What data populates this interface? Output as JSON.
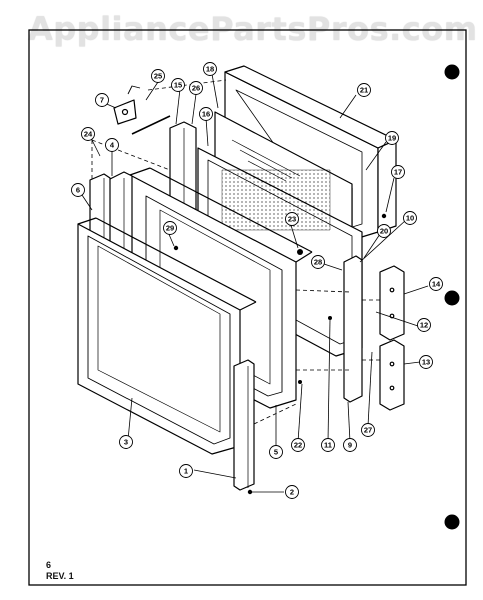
{
  "watermark": "AppliancePartsPros.com",
  "footer": {
    "page": "6",
    "revision": "REV. 1"
  },
  "callouts": [
    {
      "label": "21"
    },
    {
      "label": "18"
    },
    {
      "label": "25"
    },
    {
      "label": "15"
    },
    {
      "label": "26"
    },
    {
      "label": "7"
    },
    {
      "label": "16"
    },
    {
      "label": "24"
    },
    {
      "label": "4"
    },
    {
      "label": "19"
    },
    {
      "label": "17"
    },
    {
      "label": "6"
    },
    {
      "label": "23"
    },
    {
      "label": "29"
    },
    {
      "label": "10"
    },
    {
      "label": "20"
    },
    {
      "label": "28"
    },
    {
      "label": "14"
    },
    {
      "label": "12"
    },
    {
      "label": "13"
    },
    {
      "label": "3"
    },
    {
      "label": "27"
    },
    {
      "label": "5"
    },
    {
      "label": "22"
    },
    {
      "label": "11"
    },
    {
      "label": "9"
    },
    {
      "label": "1"
    },
    {
      "label": "2"
    }
  ]
}
